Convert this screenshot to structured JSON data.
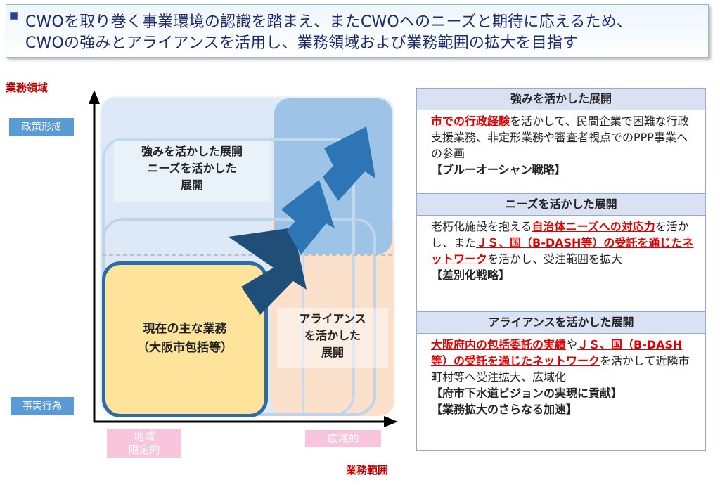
{
  "header": {
    "line1": "CWOを取り巻く事業環境の認識を踏まえ、またCWOへのニーズと期待に応えるため、",
    "line2": "CWOの強みとアライアンスを活用し、業務領域および業務範囲の拡大を目指す"
  },
  "diagram": {
    "y_axis_title": "業務領域",
    "x_axis_title": "業務範囲",
    "y_top_label": "政策形成",
    "y_bottom_label": "事実行為",
    "x_left_label_1": "地域",
    "x_left_label_2": "限定的",
    "x_right_label": "広域的",
    "current_business_1": "現在の主な業務",
    "current_business_2": "（大阪市包括等）",
    "strengths_needs_1": "強みを活かした展開",
    "strengths_needs_2": "ニーズを活かした",
    "strengths_needs_3": "展開",
    "alliance_1": "アライアンス",
    "alliance_2": "を活かした",
    "alliance_3": "展開",
    "colors": {
      "current_fill": "#fde49a",
      "current_border": "#2e6aa8",
      "alliance_fill": "#fbe0cc",
      "upper_fill": "#dbe8f6",
      "top_right_fill": "#9dc3e6",
      "arrow": "#2e75b6",
      "dark_arrow": "#1f4e79"
    }
  },
  "panel": {
    "section1": {
      "heading": "強みを活かした展開",
      "hl1": "市での行政経験",
      "t1": "を活かして、民間企業で困難な行政支援業務、非定形業務や審査者視点でのPPP事業への参画",
      "strategy": "【ブルーオーシャン戦略】"
    },
    "section2": {
      "heading": "ニーズを活かした展開",
      "t1": "老朽化施設を抱える",
      "hl1": "自治体ニーズへの対応力",
      "t2": "を活かし、また",
      "hl2": "ＪＳ、国（B-DASH等）の受託を通じたネットワーク",
      "t3": "を活かし、受注範囲を拡大",
      "strategy": "【差別化戦略】"
    },
    "section3": {
      "heading": "アライアンスを活かした展開",
      "hl1": "大阪府内の包括委託の実績",
      "t1": "や",
      "hl2": "ＪＳ、国（B-DASH等）の受託を通じたネットワーク",
      "t2": "を活かして近隣市町村等へ受注拡大、広域化",
      "strategy1": "【府市下水道ビジョンの実現に貢献】",
      "strategy2": "【業務拡大のさらなる加速】"
    }
  }
}
